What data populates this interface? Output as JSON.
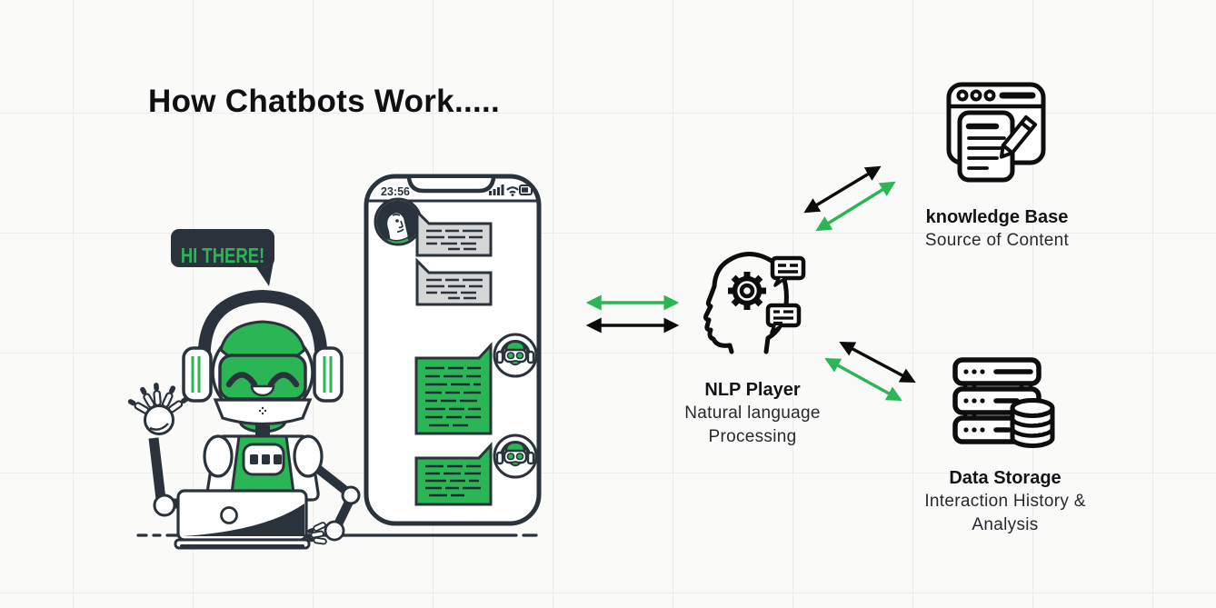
{
  "header": {
    "title": "How Chatbots Work....."
  },
  "robot": {
    "speech_bubble": "HI THERE!"
  },
  "phone": {
    "time": "23:56",
    "status_icons": [
      "signal-bars-icon",
      "wifi-icon",
      "battery-icon"
    ],
    "messages": [
      {
        "sender": "user",
        "style": "gray",
        "avatar": "woman-avatar"
      },
      {
        "sender": "user",
        "style": "gray",
        "avatar": null
      },
      {
        "sender": "bot",
        "style": "green",
        "avatar": "robot-avatar"
      },
      {
        "sender": "bot",
        "style": "green",
        "avatar": "robot-avatar"
      }
    ]
  },
  "nlp": {
    "title": "NLP Player",
    "subtitle1": "Natural language",
    "subtitle2": "Processing",
    "icon": "head-gear-chat-icon"
  },
  "knowledge_base": {
    "title": "knowledge Base",
    "subtitle": "Source of Content",
    "icon": "browser-document-pencil-icon"
  },
  "data_storage": {
    "title": "Data Storage",
    "subtitle1": "Interaction History &",
    "subtitle2": "Analysis",
    "icon": "server-database-icon"
  },
  "connections": [
    {
      "between": [
        "chat-window",
        "nlp"
      ],
      "arrows": [
        "green",
        "black"
      ]
    },
    {
      "between": [
        "nlp",
        "knowledge-base"
      ],
      "arrows": [
        "black",
        "green"
      ]
    },
    {
      "between": [
        "nlp",
        "data-storage"
      ],
      "arrows": [
        "black",
        "green"
      ]
    }
  ],
  "colors": {
    "green": "#2bb656",
    "dark": "#2a333c",
    "icon_black": "#0d0d0d",
    "bubble_gray": "#d5d6d6",
    "background": "#fafaf8",
    "grid_line": "#ececea"
  }
}
